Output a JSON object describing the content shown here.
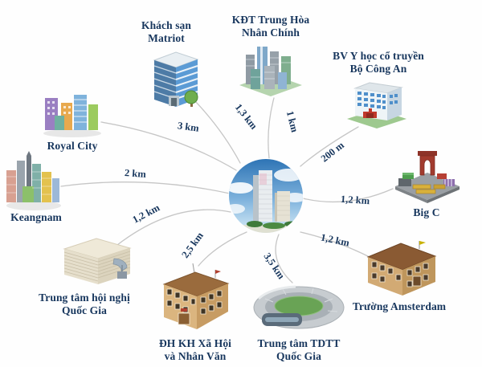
{
  "diagram_type": "location-distance-map",
  "colors": {
    "label_text": "#17365d",
    "arc_line": "#c6c6c6"
  },
  "center": {
    "icon": "highrise-apartment-photo"
  },
  "landmarks": [
    {
      "id": "matriot",
      "icon": "hotel-building-icon",
      "lines": [
        "Khách sạn",
        "Matriot"
      ],
      "distance": "1,3 km"
    },
    {
      "id": "kdt",
      "icon": "skyscraper-cluster-icon",
      "lines": [
        "KĐT Trung Hòa",
        "Nhân Chính"
      ],
      "distance": "1 km"
    },
    {
      "id": "bv",
      "icon": "hospital-building-icon",
      "lines": [
        "BV Y học cổ truyền",
        "Bộ Công An"
      ],
      "distance": "200 m"
    },
    {
      "id": "bigc",
      "icon": "market-arch-icon",
      "lines": [
        "Big C"
      ],
      "distance": "1,2 km"
    },
    {
      "id": "amsterdam",
      "icon": "school-house-icon",
      "lines": [
        "Trường Amsterdam"
      ],
      "distance": "1,2 km"
    },
    {
      "id": "tdtt",
      "icon": "stadium-icon",
      "lines": [
        "Trung tâm TDTT",
        "Quốc Gia"
      ],
      "distance": "3,5 km"
    },
    {
      "id": "dhkh",
      "icon": "university-building-icon",
      "lines": [
        "ĐH KH Xã Hội",
        "và Nhân Văn"
      ],
      "distance": "2,5 km"
    },
    {
      "id": "hoinghi",
      "icon": "convention-center-icon",
      "lines": [
        "Trung tâm hội nghị",
        "Quốc Gia"
      ],
      "distance": "1,2 km"
    },
    {
      "id": "keangnam",
      "icon": "tower-cluster-icon",
      "lines": [
        "Keangnam"
      ],
      "distance": "2 km"
    },
    {
      "id": "royalcity",
      "icon": "colorful-towers-icon",
      "lines": [
        "Royal City"
      ],
      "distance": "3 km"
    }
  ]
}
